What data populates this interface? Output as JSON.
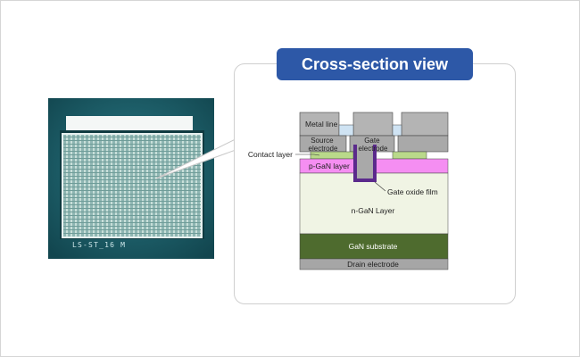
{
  "title": "Cross-section view",
  "chip": {
    "marking": "LS-ST_16 M"
  },
  "layers": {
    "metal_line": "Metal line",
    "source_electrode": "Source\nelectrode",
    "gate_electrode": "Gate\nelectrode",
    "contact_layer": "Contact layer",
    "p_gan": "p-GaN layer",
    "gate_oxide": "Gate oxide film",
    "n_gan": "n-GaN Layer",
    "gan_substrate": "GaN substrate",
    "drain_electrode": "Drain electrode"
  },
  "colors": {
    "title_bg": "#2d58a7",
    "metal": "#b4b4b4",
    "electrode": "#a9a9a9",
    "contact": "#b9d98a",
    "p_gan": "#f58ef2",
    "n_gan": "#f0f4e4",
    "substrate": "#4e6b2e",
    "drain": "#a6a6a6",
    "gate_oxide": "#5b2a8c",
    "via": "#cfe3f3"
  }
}
